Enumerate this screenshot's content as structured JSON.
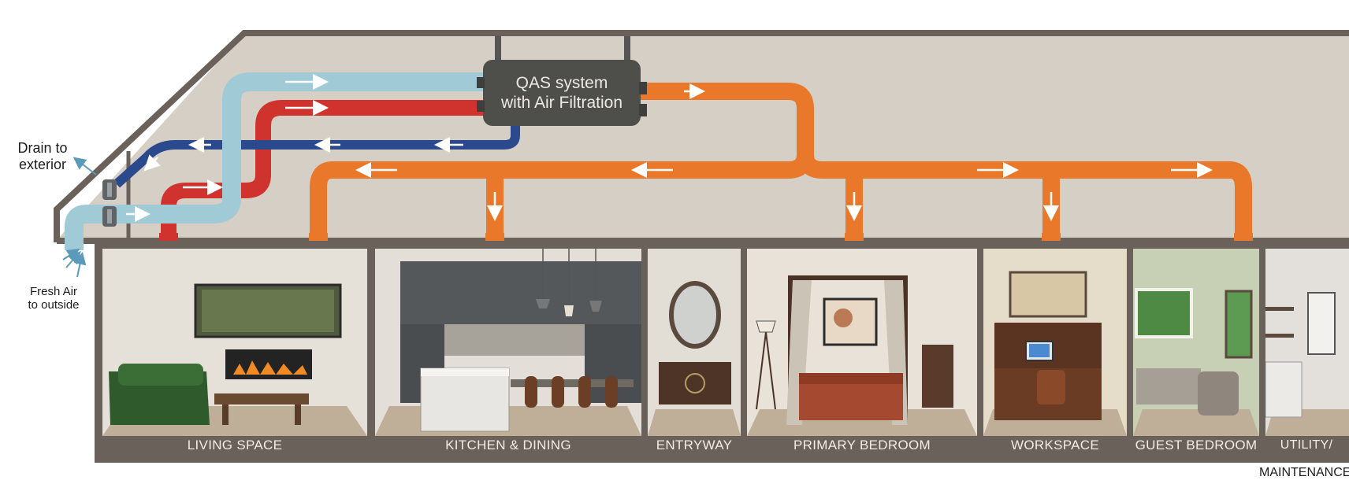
{
  "system": {
    "line1": "QAS system",
    "line2": "with Air Filtration"
  },
  "annotations": {
    "drain_line1": "Drain to",
    "drain_line2": "exterior",
    "fresh_line1": "Fresh Air",
    "fresh_line2": "to outside"
  },
  "rooms": [
    {
      "label": "LIVING SPACE"
    },
    {
      "label": "KITCHEN & DINING"
    },
    {
      "label": "ENTRYWAY"
    },
    {
      "label": "PRIMARY BEDROOM"
    },
    {
      "label": "WORKSPACE"
    },
    {
      "label": "GUEST BEDROOM"
    },
    {
      "label_line1": "UTILITY/",
      "label_line2": "MAINTENANCE"
    }
  ],
  "colors": {
    "fresh_air_duct": "#9fcad6",
    "warm_duct": "#d0332e",
    "return_duct": "#2b4a8e",
    "supply_duct": "#e9782a",
    "attic": "#d6cfc5",
    "structure": "#6a625a",
    "qas_unit": "#4e4e4b"
  }
}
